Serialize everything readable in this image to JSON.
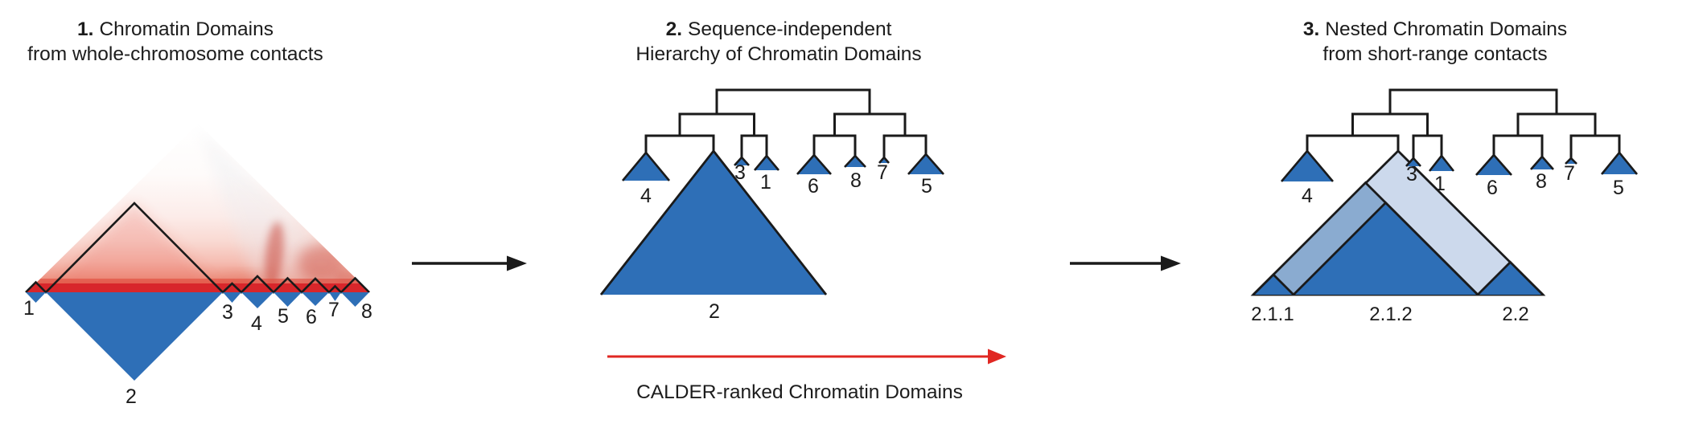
{
  "panel1": {
    "number": "1.",
    "title": "Chromatin Domains",
    "subtitle": "from whole-chromosome contacts",
    "domain_labels": [
      "1",
      "2",
      "3",
      "4",
      "5",
      "6",
      "7",
      "8"
    ]
  },
  "panel2": {
    "number": "2.",
    "title": "Sequence-independent",
    "subtitle": "Hierarchy of Chromatin Domains",
    "leaf_labels": [
      "4",
      "2",
      "3",
      "1",
      "6",
      "8",
      "7",
      "5"
    ]
  },
  "panel3": {
    "number": "3.",
    "title": "Nested Chromatin Domains",
    "subtitle": "from short-range contacts",
    "leaf_labels": [
      "4",
      "3",
      "1",
      "6",
      "8",
      "7",
      "5"
    ],
    "nested_domain_labels": [
      "2.1.1",
      "2.1.2",
      "2.2"
    ]
  },
  "flow": {
    "red_arrow_label": "CALDER-ranked Chromatin Domains"
  },
  "colors": {
    "domain_blue": "#2e6fb7",
    "subdomain_blue_medium": "#8aabd0",
    "subdomain_blue_light": "#ccd9ec",
    "heatmap_red": "#d8262b",
    "arrow_red": "#e02722",
    "line_black": "#1a1a1a"
  }
}
